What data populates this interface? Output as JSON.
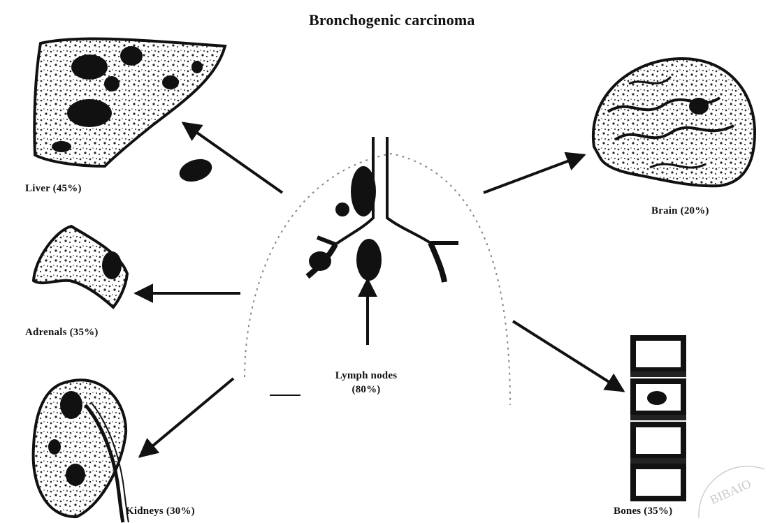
{
  "title": "Bronchogenic carcinoma",
  "labels": {
    "liver": "Liver (45%)",
    "adrenals": "Adrenals (35%)",
    "kidneys": "Kidneys (30%)",
    "brain": "Brain (20%)",
    "bones": "Bones (35%)",
    "lymph_nodes_name": "Lymph nodes",
    "lymph_nodes_pct": "(80%)"
  },
  "watermark": "BIBAIO",
  "colors": {
    "ink": "#111111",
    "paper": "#ffffff"
  }
}
